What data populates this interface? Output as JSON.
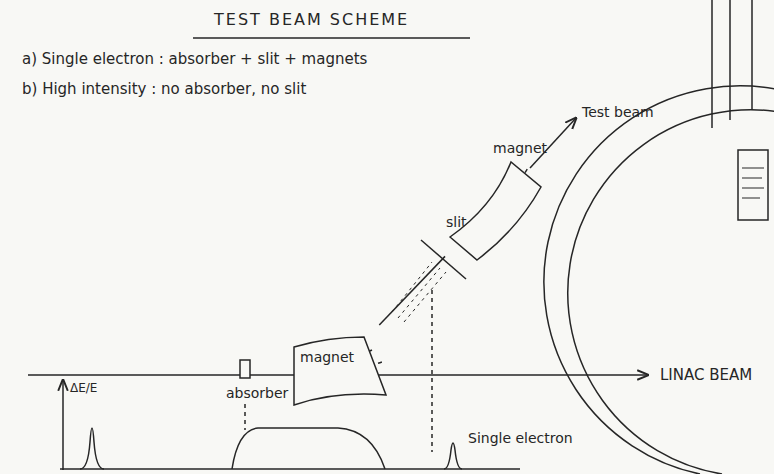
{
  "diagram": {
    "title": "TEST BEAM SCHEME",
    "nodes": [
      {
        "text": [
          "magnet"
        ]
      },
      {
        "text": [
          "magnet"
        ]
      }
    ],
    "edges": [
      {
        "from": 0,
        "to": 1,
        "arrow": "none"
      }
    ],
    "labels": [
      "a) Single electron : absorber + slit + magnets",
      "b) High intensity : no absorber, no slit",
      "Test beam",
      "slit",
      "absorber",
      "LINAC BEAM",
      "ΔE/E",
      "Single electron"
    ]
  }
}
